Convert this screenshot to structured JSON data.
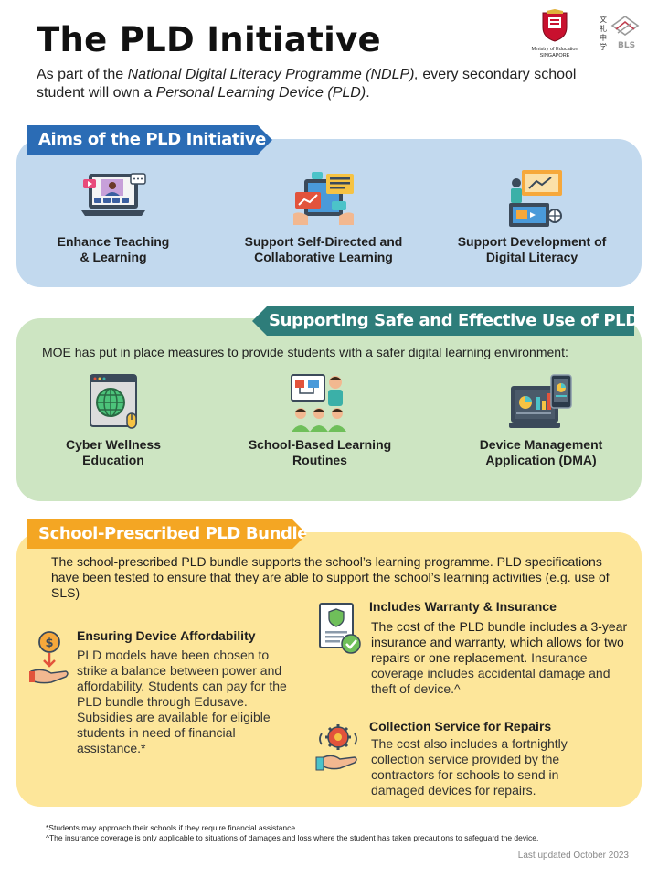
{
  "header": {
    "title": "The PLD Initiative",
    "intro_prefix": "As part of the ",
    "intro_ndlp": "National Digital Literacy Programme (NDLP),",
    "intro_middle": " every secondary school student will own a ",
    "intro_pld": "Personal Learning Device (PLD)",
    "intro_suffix": ".",
    "moe_name": "Ministry of Education",
    "moe_country": "SINGAPORE",
    "school_logo_text": "BLS",
    "school_logo_chinese": "文礼中学"
  },
  "aims": {
    "heading": "Aims of the PLD Initiative",
    "items": [
      {
        "line1": "Enhance Teaching",
        "line2": "& Learning",
        "icon": "laptop-video-call-icon"
      },
      {
        "line1": "Support Self-Directed and",
        "line2": "Collaborative Learning",
        "icon": "collaboration-tablet-icon"
      },
      {
        "line1": "Support Development of",
        "line2": "Digital Literacy",
        "icon": "digital-presentation-icon"
      }
    ]
  },
  "safe_use": {
    "heading": "Supporting Safe and Effective Use of PLDs",
    "intro": "MOE has put in place measures to provide students with a safer digital learning environment:",
    "items": [
      {
        "line1": "Cyber Wellness",
        "line2": "Education",
        "icon": "globe-browser-icon"
      },
      {
        "line1": "School-Based Learning",
        "line2": "Routines",
        "icon": "classroom-teacher-icon"
      },
      {
        "line1": "Device Management",
        "line2": "Application (DMA)",
        "icon": "device-dashboard-icon"
      }
    ]
  },
  "bundle": {
    "heading": "School-Prescribed PLD Bundle",
    "intro_part1": "The school-prescribed PLD bundle supports the school’s learning programme.",
    "intro_part2": " PLD specifications have been tested to ensure that they are able to support the school’s learning activities (e.g. use of SLS)",
    "affordability": {
      "title": "Ensuring Device Affordability",
      "text": "PLD models have been chosen to strike a balance between power and affordability. Students can pay for the PLD bundle through Edusave. Subsidies are available for eligible students in need of financial assistance.*",
      "icon": "hand-money-icon"
    },
    "warranty": {
      "title": "Includes Warranty & Insurance",
      "text_part1": "The cost of the PLD bundle includes a 3-year insurance and warranty, which allows for two repairs or one replacement.",
      "text_part2": " Insurance coverage includes accidental damage and theft of device.^",
      "icon": "insurance-document-icon"
    },
    "repairs": {
      "title": "Collection Service for Repairs",
      "text": "The cost also includes a fortnightly collection service  provided by the contractors for schools to send in damaged devices for repairs.",
      "icon": "gear-hand-service-icon"
    }
  },
  "footer": {
    "note1": "*Students may approach their schools  if they require financial assistance.",
    "note2": "^The insurance coverage  is  only applicable  to situations  of  damages and loss  where  the student has taken precautions to safeguard the device.",
    "updated": "Last updated October 2023"
  },
  "colors": {
    "aims_accent": "#2b6cb5",
    "aims_panel": "#c2d9ee",
    "safe_accent": "#2e7d7a",
    "safe_panel": "#cde5c2",
    "bundle_accent": "#f4a623",
    "bundle_panel": "#fde69a"
  }
}
